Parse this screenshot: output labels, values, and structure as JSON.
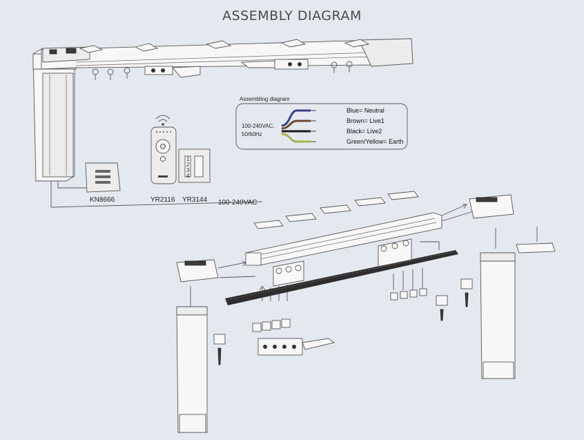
{
  "title": "ASSEMBLY DIAGRAM",
  "wiring_box": {
    "heading": "Assembling diagram",
    "supply_line1": "100-240VAC,",
    "supply_line2": "50/60Hz",
    "wires": [
      {
        "name": "Blue",
        "terminal": "Neutral",
        "color": "#3b3f8f"
      },
      {
        "name": "Brown",
        "terminal": "Live1",
        "color": "#6b4a2e"
      },
      {
        "name": "Black",
        "terminal": "Live2",
        "color": "#1a1a1a"
      },
      {
        "name": "Green/Yellow",
        "terminal": "Earth",
        "color": "#a6b34a"
      }
    ]
  },
  "components": {
    "wall_switch": "KN8666",
    "remote": "YR2116",
    "wall_panel": "YR3144",
    "panel_keys": [
      "1",
      "2",
      "3",
      "4"
    ],
    "power_line": "100-240VAC"
  }
}
